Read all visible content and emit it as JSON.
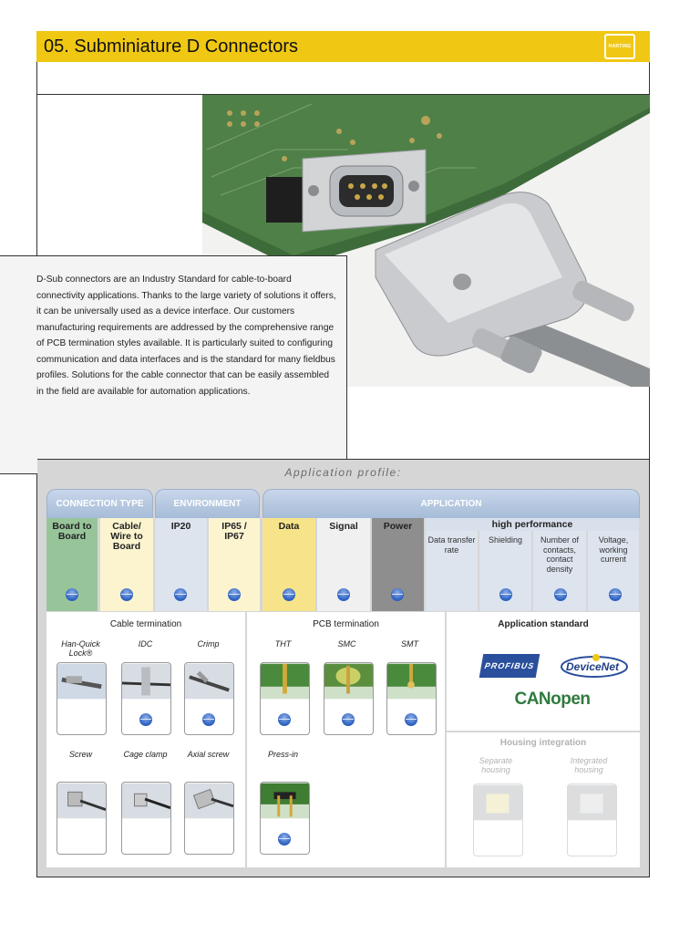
{
  "header": {
    "title": "05. Subminiature D Connectors",
    "logo_text": "HARTING",
    "bar_color": "#f0c814"
  },
  "intro": {
    "text": "D-Sub connectors are an Industry Standard for cable-to-board connectivity applications. Thanks to the large variety of solutions it offers, it can be universally used as a device interface. Our customers manufacturing requirements are addressed by the comprehensive range of PCB  termination styles available. It is particularly suited to configuring communication and data interfaces and is the standard for many fieldbus profiles. Solutions for the cable connector that can be easily assembled in the field are available for automation applications."
  },
  "profile": {
    "title": "Application profile:",
    "tabs": [
      "CONNECTION TYPE",
      "ENVIRONMENT",
      "APPLICATION"
    ],
    "columns": {
      "board_to_board": "Board to Board",
      "cable_wire_to_board": "Cable/ Wire to Board",
      "ip20": "IP20",
      "ip65_ip67": "IP65 / IP67",
      "data": "Data",
      "signal": "Signal",
      "power": "Power"
    },
    "high_performance": {
      "title": "high performance",
      "items": [
        "Data transfer rate",
        "Shielding",
        "Number of contacts, contact density",
        "Voltage, working current"
      ]
    },
    "cable_termination": {
      "title": "Cable termination",
      "items": [
        "Han-Quick Lock®",
        "IDC",
        "Crimp",
        "Screw",
        "Cage clamp",
        "Axial screw"
      ]
    },
    "pcb_termination": {
      "title": "PCB termination",
      "items": [
        "THT",
        "SMC",
        "SMT",
        "Press-in"
      ]
    },
    "application_standard": {
      "title": "Application standard",
      "logos": [
        "PROFIBUS",
        "DeviceNet",
        "CANopen"
      ]
    },
    "housing_integration": {
      "title": "Housing integration",
      "items": [
        "Separate housing",
        "Integrated housing"
      ]
    }
  }
}
